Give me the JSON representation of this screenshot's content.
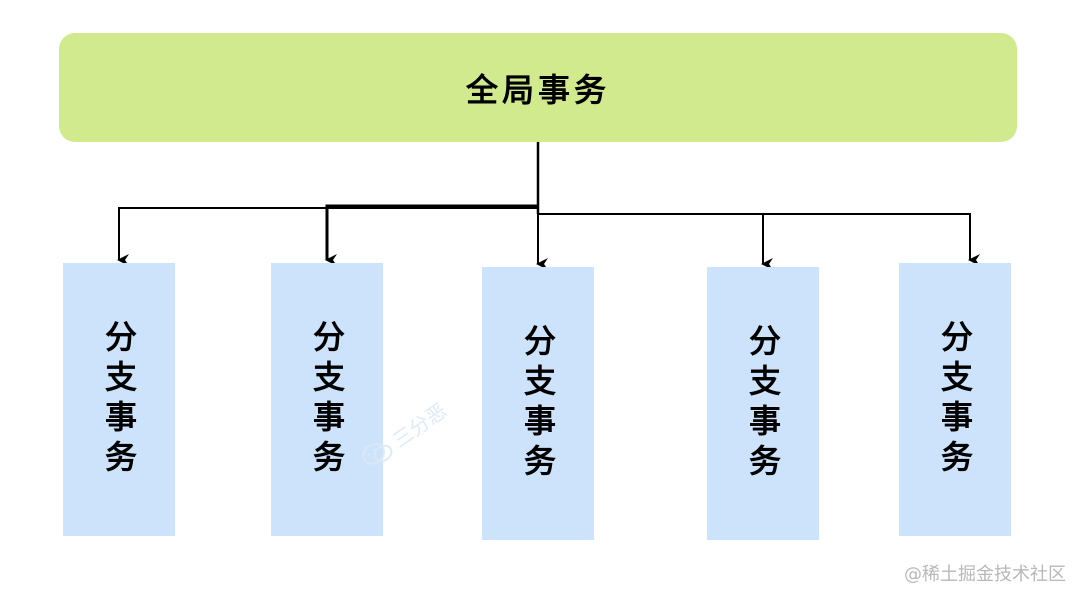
{
  "diagram": {
    "root_label": "全局事务",
    "branches": [
      {
        "label": "分支事务"
      },
      {
        "label": "分支事务"
      },
      {
        "label": "分支事务"
      },
      {
        "label": "分支事务"
      },
      {
        "label": "分支事务"
      }
    ],
    "colors": {
      "root_fill": "#d2ea8e",
      "branch_fill": "#cce3fb",
      "connector": "#000000"
    }
  },
  "watermark": {
    "icon": "wechat-icon",
    "text": "三分恶"
  },
  "footer": {
    "credit": "@稀土掘金技术社区"
  }
}
